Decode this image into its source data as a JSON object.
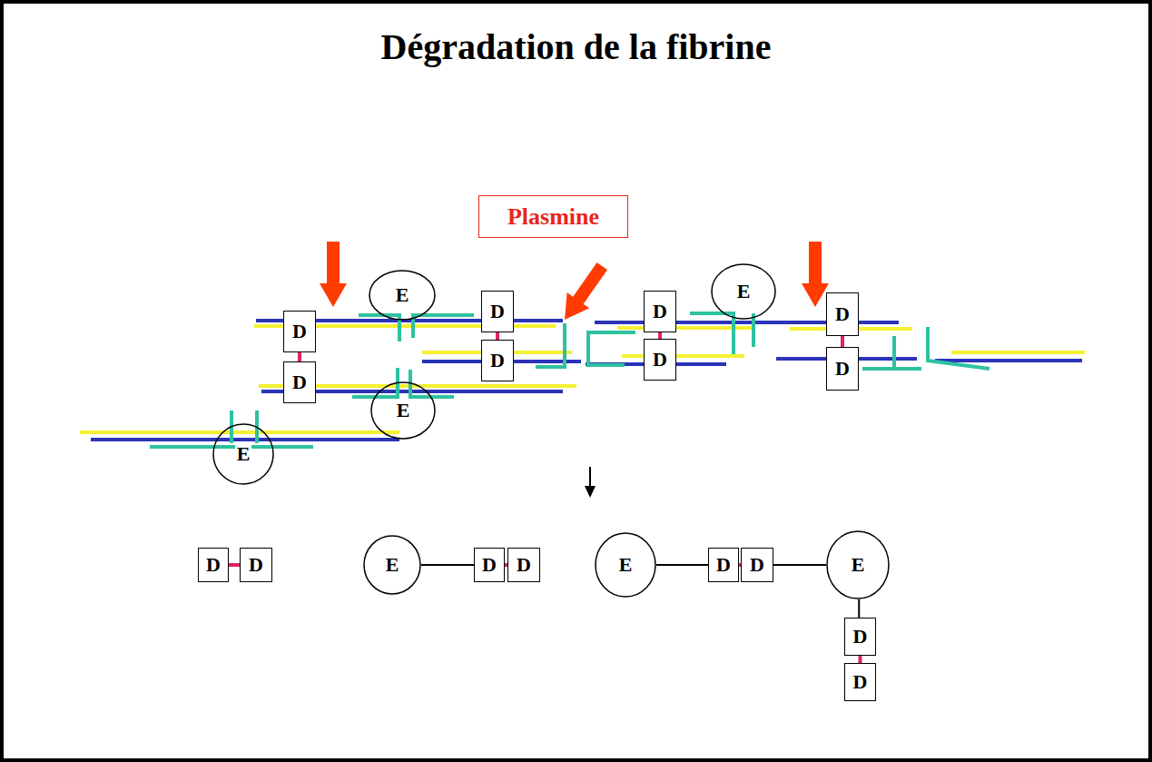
{
  "diagram": {
    "title": "Dégradation de la fibrine",
    "nodes": [
      {
        "text": [
          "Plasmine"
        ]
      },
      {
        "text": [
          "D"
        ]
      },
      {
        "text": [
          "D"
        ]
      },
      {
        "text": [
          "E"
        ]
      },
      {
        "text": [
          "D"
        ]
      },
      {
        "text": [
          "D"
        ]
      },
      {
        "text": [
          "E"
        ]
      },
      {
        "text": [
          "E"
        ]
      },
      {
        "text": [
          "D"
        ]
      },
      {
        "text": [
          "D"
        ]
      },
      {
        "text": [
          "E"
        ]
      },
      {
        "text": [
          "D"
        ]
      },
      {
        "text": [
          "D"
        ]
      },
      {
        "text": [
          "D"
        ]
      },
      {
        "text": [
          "D"
        ]
      },
      {
        "text": [
          "E"
        ]
      },
      {
        "text": [
          "D"
        ]
      },
      {
        "text": [
          "D"
        ]
      },
      {
        "text": [
          "E"
        ]
      },
      {
        "text": [
          "D"
        ]
      },
      {
        "text": [
          "D"
        ]
      },
      {
        "text": [
          "E"
        ]
      },
      {
        "text": [
          "D"
        ]
      },
      {
        "text": [
          "D"
        ]
      }
    ],
    "edges": [
      {
        "from": 1,
        "to": 2,
        "arrow": "none"
      },
      {
        "from": 4,
        "to": 5,
        "arrow": "none"
      },
      {
        "from": 8,
        "to": 9,
        "arrow": "none"
      },
      {
        "from": 11,
        "to": 12,
        "arrow": "none"
      },
      {
        "from": 13,
        "to": 14,
        "arrow": "none"
      },
      {
        "from": 15,
        "to": 16,
        "arrow": "none"
      },
      {
        "from": 16,
        "to": 17,
        "arrow": "none"
      },
      {
        "from": 18,
        "to": 19,
        "arrow": "none"
      },
      {
        "from": 19,
        "to": 20,
        "arrow": "none"
      },
      {
        "from": 20,
        "to": 21,
        "arrow": "none"
      },
      {
        "from": 21,
        "to": 22,
        "arrow": "none"
      },
      {
        "from": 22,
        "to": 23,
        "arrow": "none"
      }
    ]
  }
}
